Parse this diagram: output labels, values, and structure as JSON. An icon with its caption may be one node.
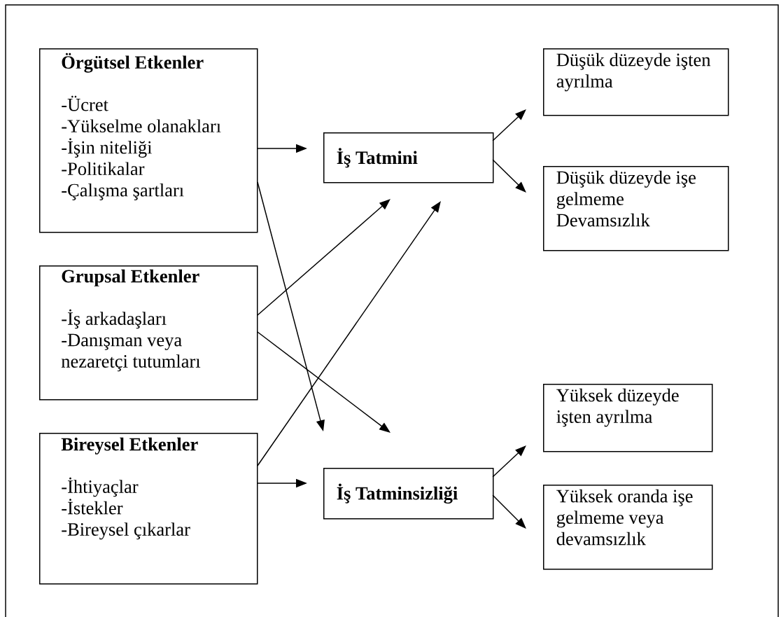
{
  "diagram": {
    "nodes": [
      {
        "text": [
          "Örgütsel Etkenler",
          "-Ücret",
          "-Yükselme olanakları",
          "-İşin niteliği",
          "-Politikalar",
          "-Çalışma şartları"
        ]
      },
      {
        "text": [
          "Grupsal Etkenler",
          "-İş arkadaşları",
          "-Danışman veya nezaretçi tutumları"
        ]
      },
      {
        "text": [
          "Bireysel Etkenler",
          "-İhtiyaçlar",
          "-İstekler",
          "-Bireysel çıkarlar"
        ]
      },
      {
        "text": [
          "İş Tatmini"
        ]
      },
      {
        "text": [
          "İş Tatminsizliği"
        ]
      },
      {
        "text": [
          "Düşük düzeyde işten ayrılma"
        ]
      },
      {
        "text": [
          "Düşük düzeyde işe gelmeme",
          "Devamsızlık"
        ]
      },
      {
        "text": [
          "Yüksek düzeyde işten ayrılma"
        ]
      },
      {
        "text": [
          "Yüksek oranda işe gelmeme veya devamsızlık"
        ]
      }
    ],
    "edges": [
      {
        "from": 0,
        "to": 3,
        "arrow": "to"
      },
      {
        "from": 0,
        "to": 4,
        "arrow": "to"
      },
      {
        "from": 1,
        "to": 3,
        "arrow": "to"
      },
      {
        "from": 1,
        "to": 4,
        "arrow": "to"
      },
      {
        "from": 2,
        "to": 3,
        "arrow": "to"
      },
      {
        "from": 2,
        "to": 4,
        "arrow": "to"
      },
      {
        "from": 3,
        "to": 5,
        "arrow": "to"
      },
      {
        "from": 3,
        "to": 6,
        "arrow": "to"
      },
      {
        "from": 4,
        "to": 7,
        "arrow": "to"
      },
      {
        "from": 4,
        "to": 8,
        "arrow": "to"
      }
    ]
  }
}
